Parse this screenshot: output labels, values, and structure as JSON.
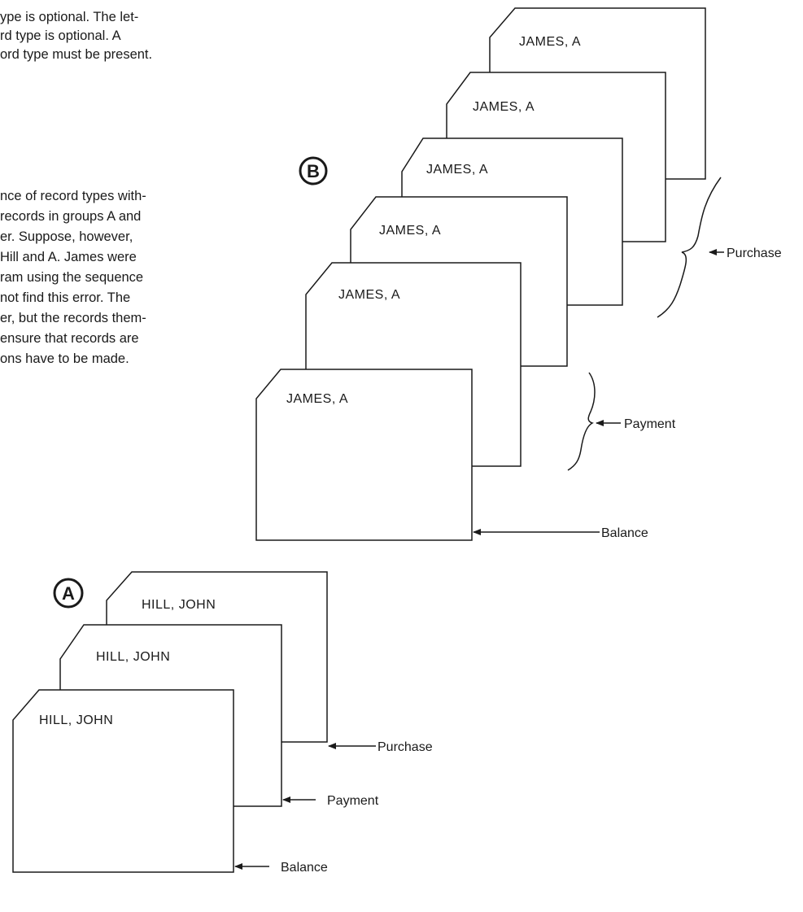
{
  "text_top": [
    "ype is optional.  The let-",
    "rd type is optional.  A",
    "ord type must be present."
  ],
  "text_middle": [
    "nce of record types with-",
    "records in groups A and",
    "er.  Suppose, however,",
    " Hill and A.  James were",
    "ram using the sequence",
    " not find this error.  The",
    "er, but the records them-",
    " ensure that records are",
    "ons have to be made."
  ],
  "groups": [
    {
      "letter": "B",
      "cards": [
        "JAMES, A",
        "JAMES, A",
        "JAMES, A",
        "JAMES, A",
        "JAMES, A",
        "JAMES, A"
      ],
      "callouts": [
        "Purchase",
        "Payment",
        "Balance"
      ]
    },
    {
      "letter": "A",
      "cards": [
        "HILL, JOHN",
        "HILL, JOHN",
        "HILL, JOHN"
      ],
      "callouts": [
        "Purchase",
        "Payment",
        "Balance"
      ]
    }
  ],
  "colors": {
    "ink": "#1a1a1a",
    "paper": "#ffffff"
  }
}
